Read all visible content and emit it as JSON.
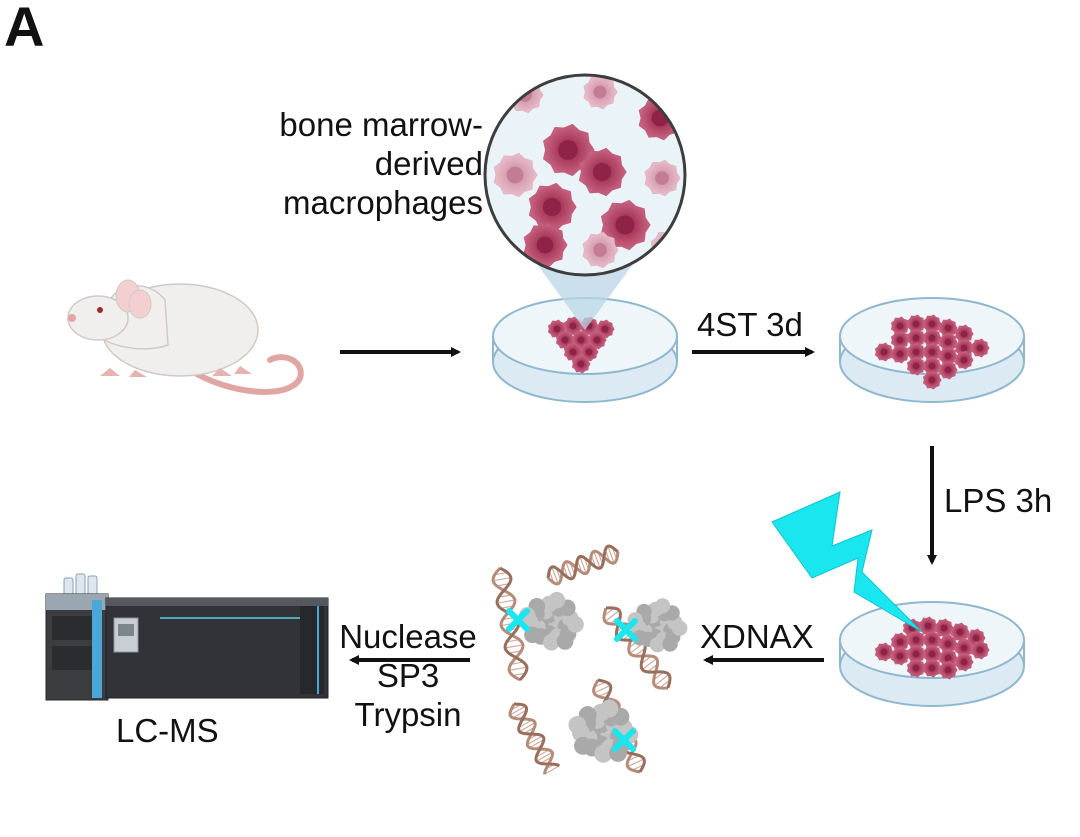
{
  "panel_letter": "A",
  "labels": {
    "bmdm_line1": "bone marrow-",
    "bmdm_line2": "derived",
    "bmdm_line3": "macrophages",
    "step1": "4ST 3d",
    "step2": "LPS 3h",
    "step3": "XDNAX",
    "step4_line1": "Nuclease",
    "step4_line2": "SP3",
    "step4_line3": "Trypsin",
    "instrument": "LC-MS"
  },
  "colors": {
    "cell_dark": "#b24a6a",
    "cell_light": "#e0a9b7",
    "dish_fill": "#e6f1f7",
    "dish_edge": "#8fb7cd",
    "lightning": "#19e6ef",
    "dna_strand": "#b58b79",
    "protein": "#b9b9b9",
    "arrow": "#111111"
  }
}
